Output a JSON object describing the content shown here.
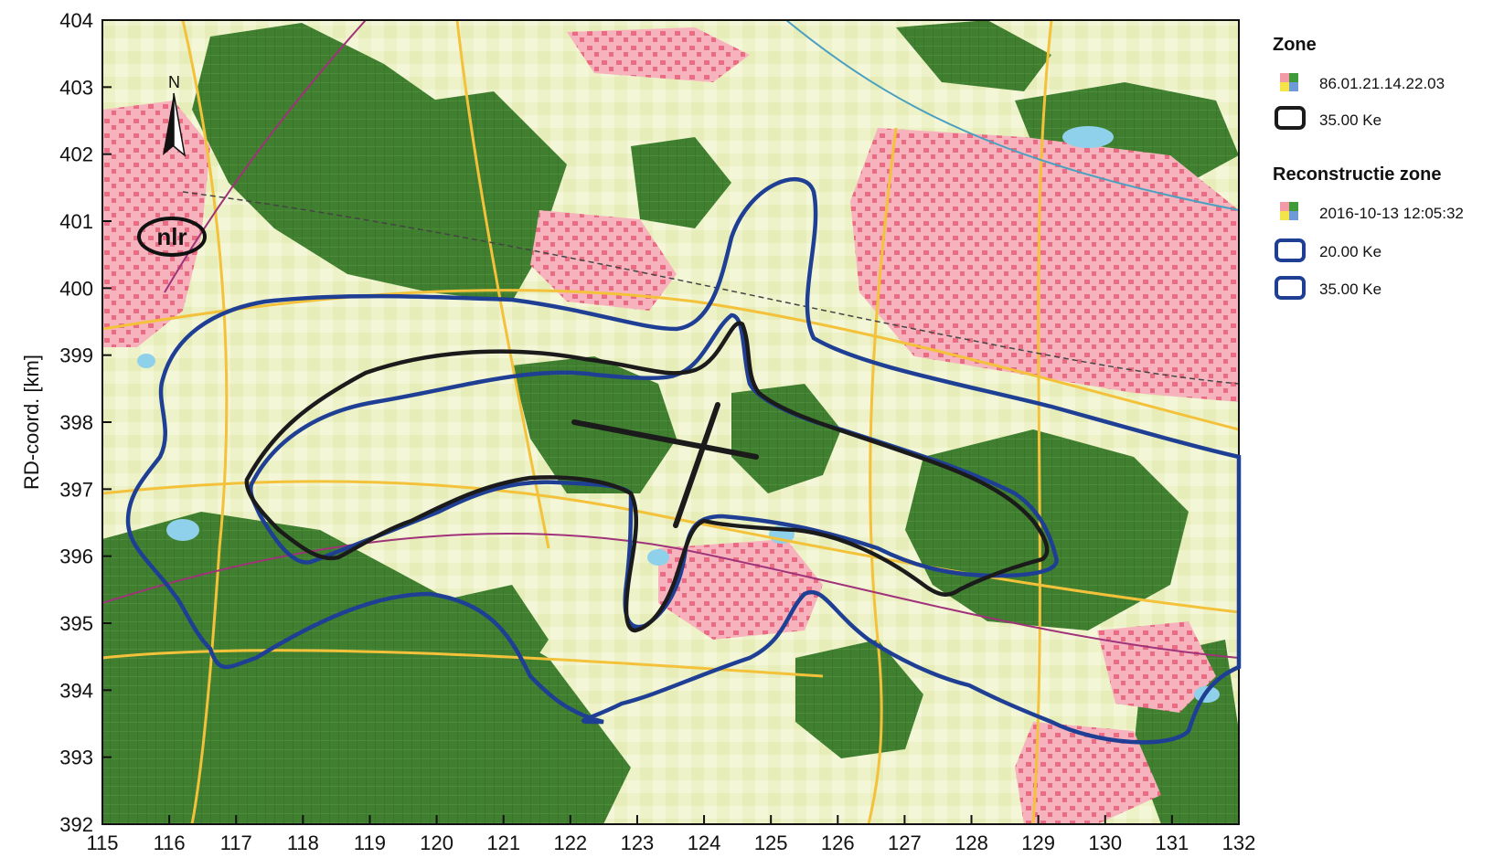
{
  "map": {
    "xaxis": {
      "range": [
        115,
        132
      ],
      "ticks": [
        "115",
        "116",
        "117",
        "118",
        "119",
        "120",
        "121",
        "122",
        "123",
        "124",
        "125",
        "126",
        "127",
        "128",
        "129",
        "130",
        "131",
        "132"
      ]
    },
    "yaxis": {
      "label": "RD-coord. [km]",
      "range": [
        392,
        404
      ],
      "ticks": [
        "392",
        "393",
        "394",
        "395",
        "396",
        "397",
        "398",
        "399",
        "400",
        "401",
        "402",
        "403",
        "404"
      ]
    },
    "logo_text": "nlr",
    "north_label": "N",
    "colors": {
      "forest": "#3f7f2f",
      "field": "#eef2c8",
      "urban": "#f29aa6",
      "road": "#f3c23a",
      "water": "#8fd0ea",
      "contour_black": "#1b1b1b",
      "contour_blue": "#1f3f95"
    }
  },
  "legend": {
    "zone": {
      "heading": "Zone",
      "raster_label": "86.01.21.14.22.03",
      "contour_label": "35.00 Ke",
      "contour_color": "#1b1b1b"
    },
    "reconstruction": {
      "heading": "Reconstructie zone",
      "raster_label": "2016-10-13 12:05:32",
      "contours": [
        {
          "label": "20.00 Ke",
          "color": "#1f3f95"
        },
        {
          "label": "35.00 Ke",
          "color": "#1f3f95"
        }
      ]
    }
  }
}
